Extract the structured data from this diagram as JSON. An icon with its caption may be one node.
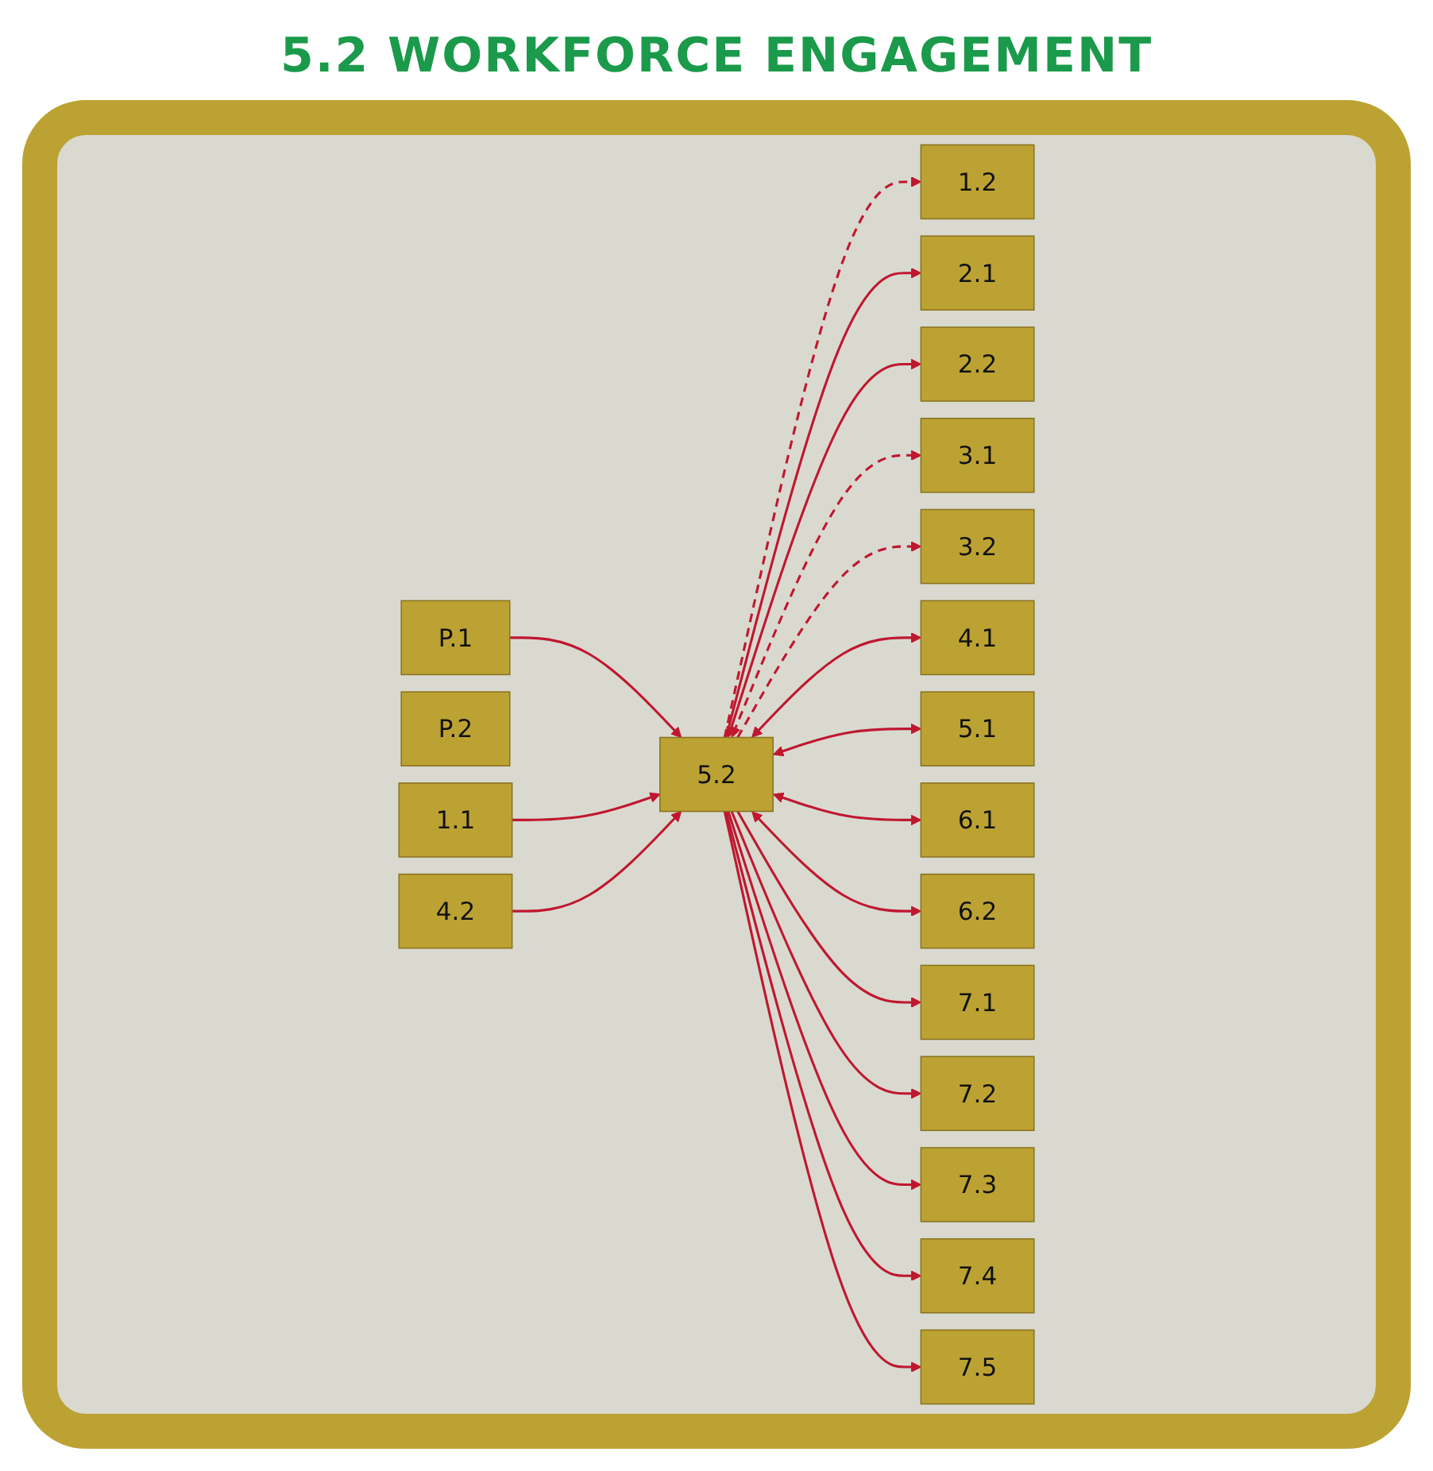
{
  "diagram": {
    "title": "5.2 WORKFORCE ENGAGEMENT",
    "nodes": [
      {
        "text": [
          "P.1"
        ]
      },
      {
        "text": [
          "P.2"
        ]
      },
      {
        "text": [
          "1.1"
        ]
      },
      {
        "text": [
          "1.2"
        ]
      },
      {
        "text": [
          "2.1"
        ]
      },
      {
        "text": [
          "2.2"
        ]
      },
      {
        "text": [
          "3.1"
        ]
      },
      {
        "text": [
          "3.2"
        ]
      },
      {
        "text": [
          "4.1"
        ]
      },
      {
        "text": [
          "4.2"
        ]
      },
      {
        "text": [
          "5.1"
        ]
      },
      {
        "text": [
          "5.2"
        ]
      },
      {
        "text": [
          "6.1"
        ]
      },
      {
        "text": [
          "6.2"
        ]
      },
      {
        "text": [
          "7.1"
        ]
      },
      {
        "text": [
          "7.2"
        ]
      },
      {
        "text": [
          "7.3"
        ]
      },
      {
        "text": [
          "7.4"
        ]
      },
      {
        "text": [
          "7.5"
        ]
      }
    ],
    "edges": [
      {
        "from": 0,
        "to": 11,
        "arrow": "to"
      },
      {
        "from": 2,
        "to": 11,
        "arrow": "to"
      },
      {
        "from": 11,
        "to": 3,
        "arrow": "to",
        "style": "dashed"
      },
      {
        "from": 11,
        "to": 4,
        "arrow": "to"
      },
      {
        "from": 11,
        "to": 5,
        "arrow": "both"
      },
      {
        "from": 11,
        "to": 6,
        "arrow": "both",
        "style": "dashed"
      },
      {
        "from": 11,
        "to": 7,
        "arrow": "to",
        "style": "dashed"
      },
      {
        "from": 11,
        "to": 8,
        "arrow": "both"
      },
      {
        "from": 9,
        "to": 11,
        "arrow": "to"
      },
      {
        "from": 11,
        "to": 10,
        "arrow": "both"
      },
      {
        "from": 11,
        "to": 12,
        "arrow": "both"
      },
      {
        "from": 11,
        "to": 13,
        "arrow": "both"
      },
      {
        "from": 11,
        "to": 14,
        "arrow": "to"
      },
      {
        "from": 11,
        "to": 15,
        "arrow": "to"
      },
      {
        "from": 11,
        "to": 16,
        "arrow": "to"
      },
      {
        "from": 11,
        "to": 17,
        "arrow": "to"
      },
      {
        "from": 11,
        "to": 18,
        "arrow": "to"
      }
    ]
  }
}
